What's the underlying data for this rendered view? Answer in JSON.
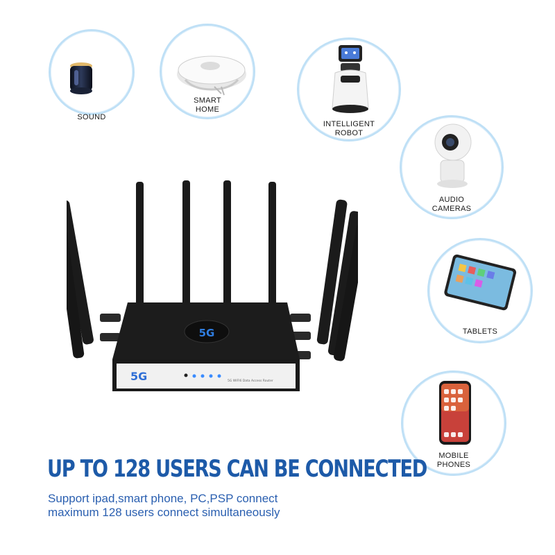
{
  "devices": [
    {
      "id": "sound",
      "label_lines": [
        "SOUND"
      ],
      "icon": "speaker-icon"
    },
    {
      "id": "smart-home",
      "label_lines": [
        "SMART",
        "HOME"
      ],
      "icon": "robot-vacuum-icon"
    },
    {
      "id": "robot",
      "label_lines": [
        "INTELLIGENT",
        "ROBOT"
      ],
      "icon": "robot-icon"
    },
    {
      "id": "cameras",
      "label_lines": [
        "AUDIO",
        "CAMERAS"
      ],
      "icon": "camera-icon"
    },
    {
      "id": "tablets",
      "label_lines": [
        "TABLETS"
      ],
      "icon": "tablet-icon"
    },
    {
      "id": "phones",
      "label_lines": [
        "MOBILE",
        "PHONES"
      ],
      "icon": "phone-icon"
    }
  ],
  "router": {
    "badge_text": "5G",
    "front_logo": "5G",
    "front_caption": "5G WIFI6 Data Access Router",
    "icon": "router-icon"
  },
  "headline": "UP TO 128 USERS CAN BE CONNECTED",
  "subtext": {
    "line1": "Support ipad,smart phone, PC,PSP connect",
    "line2": "maximum 128 users connect simultaneously"
  },
  "colors": {
    "headline": "#1d5aa8",
    "subtext": "#2a5fb0",
    "circle_border": "#bfe0f6",
    "router_body": "#1c1c1c",
    "led": "#3b8cff"
  }
}
